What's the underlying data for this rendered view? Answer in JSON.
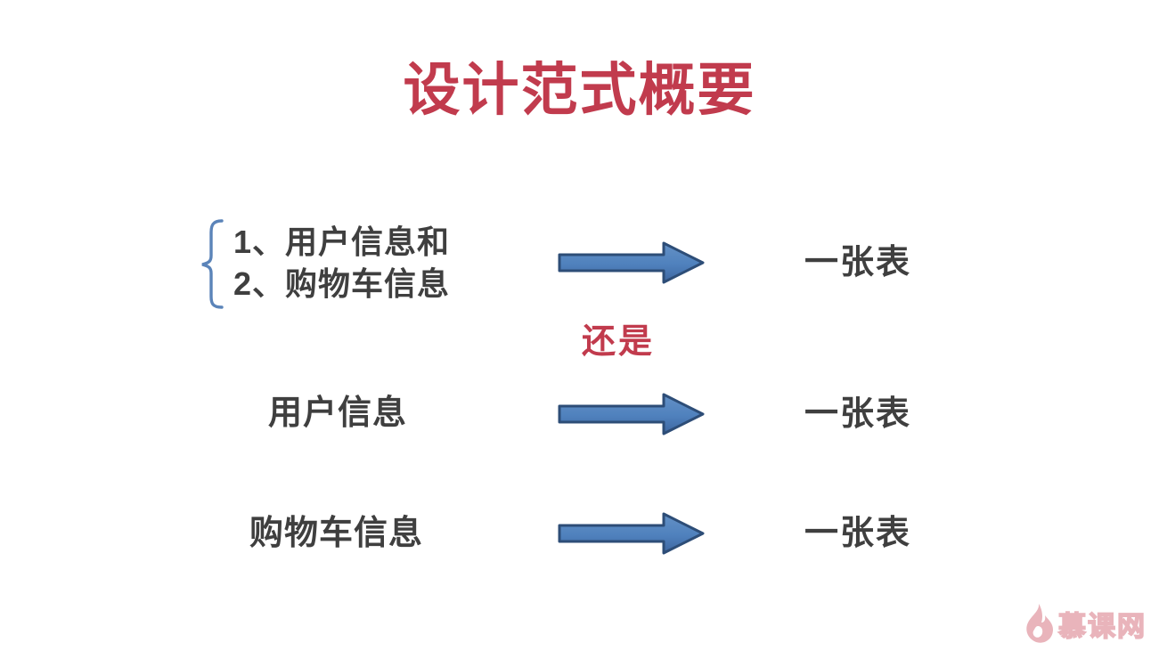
{
  "slide": {
    "title": "设计范式概要",
    "option_combined": {
      "items": [
        "1、用户信息和",
        "2、购物车信息"
      ],
      "result": "一张表"
    },
    "divider": "还是",
    "option_user": {
      "label": "用户信息",
      "result": "一张表"
    },
    "option_cart": {
      "label": "购物车信息",
      "result": "一张表"
    },
    "watermark": "慕课网"
  },
  "colors": {
    "title_red": "#c13b4d",
    "divider_red": "#c13b4d",
    "text_dark": "#3f3f3f",
    "arrow_fill_top": "#6491c6",
    "arrow_fill_bottom": "#3e66a0",
    "arrow_border": "#2d4d77",
    "bracket_blue": "#5b84b9",
    "watermark_pink": "#e9b4bb",
    "background": "#ffffff"
  },
  "icons": {
    "bracket": "left-brace-icon",
    "arrows": "right-arrow-icon",
    "watermark_flame": "imooc-flame-icon"
  }
}
